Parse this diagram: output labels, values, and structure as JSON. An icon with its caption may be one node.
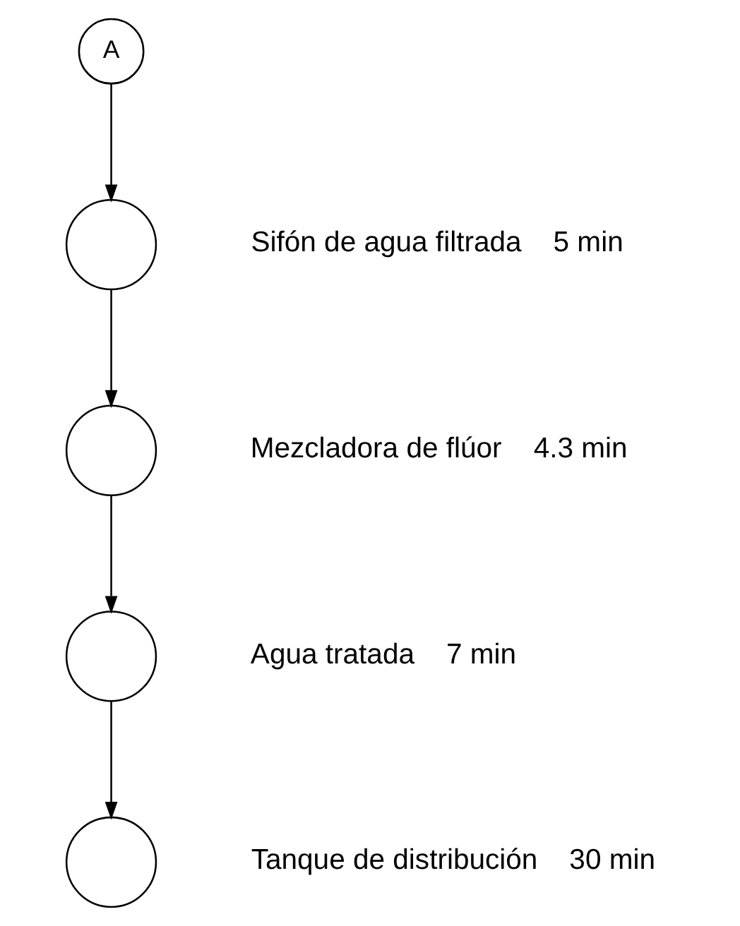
{
  "diagram": {
    "nodes": [
      {
        "text": [
          "A"
        ]
      },
      {
        "text": [],
        "shape": "circle",
        "beside": [
          "Sifón de agua filtrada",
          "5 min"
        ]
      },
      {
        "text": [],
        "shape": "circle",
        "beside": [
          "Mezcladora de flúor",
          "4.3 min"
        ]
      },
      {
        "text": [],
        "shape": "circle",
        "beside": [
          "Agua tratada",
          "7 min"
        ]
      },
      {
        "text": [],
        "shape": "circle",
        "beside": [
          "Tanque de distribución",
          "30 min"
        ]
      }
    ],
    "edges": [
      {
        "from": 0,
        "to": 1,
        "arrow": "to"
      },
      {
        "from": 1,
        "to": 2,
        "arrow": "to"
      },
      {
        "from": 2,
        "to": 3,
        "arrow": "to"
      },
      {
        "from": 3,
        "to": 4,
        "arrow": "to"
      }
    ]
  }
}
